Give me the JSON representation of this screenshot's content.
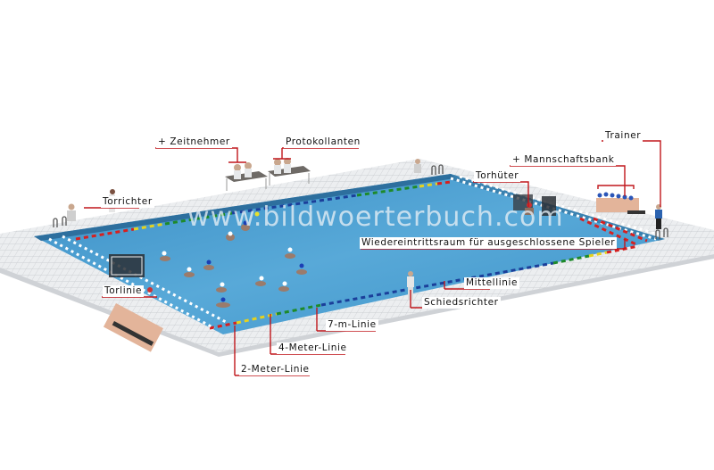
{
  "watermark": "www.bildwoerterbuch.com",
  "colors": {
    "pool_water": "#4a9ed0",
    "pool_water_dark": "#2f7fb6",
    "deck_tile": "#e4e6e8",
    "callout_line": "#c0161b",
    "label_text": "#111111"
  },
  "labels": {
    "zeitnehmer": "+ Zeitnehmer",
    "protokollanten": "Protokollanten",
    "trainer": "Trainer",
    "mannschaftsbank": "+ Mannschaftsbank",
    "torhueter": "Torhüter",
    "torrichter": "Torrichter",
    "wiedereintrittsraum": "Wiedereintrittsraum für ausgeschlossene Spieler",
    "mittellinie": "Mittellinie",
    "schiedsrichter": "Schiedsrichter",
    "torlinie": "Torlinie",
    "sieben_m_linie": "7-m-Linie",
    "vier_meter_linie": "4-Meter-Linie",
    "zwei_meter_linie": "2-Meter-Linie"
  }
}
